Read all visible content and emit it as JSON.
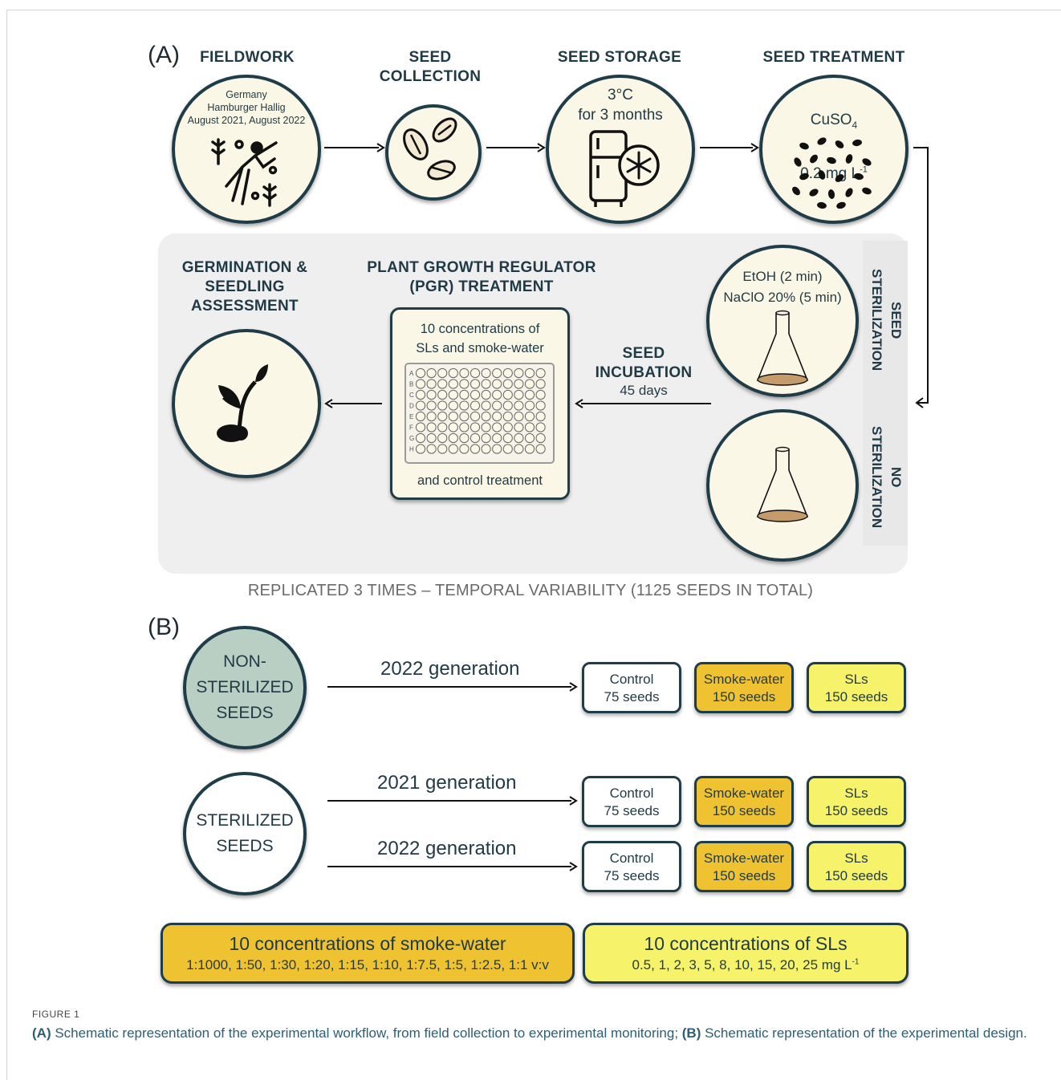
{
  "panel_a": {
    "letter": "(A)",
    "steps": {
      "fieldwork": {
        "heading": "FIELDWORK",
        "text": "Germany\nHamburger Hallig\nAugust 2021, August 2022"
      },
      "collection": {
        "heading": "SEED\nCOLLECTION"
      },
      "storage": {
        "heading": "SEED STORAGE",
        "text": "3°C\nfor 3 months"
      },
      "treatment": {
        "heading": "SEED TREATMENT",
        "formula": "CuSO",
        "formula_sub": "4",
        "conc": "0.2 mg L",
        "conc_sup": "-1"
      },
      "sterilization": {
        "label": "SEED\nSTERILIZATION",
        "text": "EtOH (2 min)\nNaClO 20% (5 min)"
      },
      "no_sterilization": {
        "label": "NO\nSTERILIZATION"
      },
      "incubation": {
        "heading": "SEED\nINCUBATION",
        "days": "45 days"
      },
      "pgr": {
        "heading": "PLANT GROWTH REGULATOR\n(PGR) TREATMENT",
        "top": "10 concentrations of\nSLs and smoke-water",
        "bottom": "and control treatment",
        "rows": [
          "A",
          "B",
          "C",
          "D",
          "E",
          "F",
          "G",
          "H"
        ]
      },
      "germination": {
        "heading": "GERMINATION &\nSEEDLING\nASSESSMENT"
      }
    },
    "replicated": "REPLICATED 3 TIMES – TEMPORAL VARIABILITY (1125 SEEDS IN TOTAL)"
  },
  "panel_b": {
    "letter": "(B)",
    "groups": {
      "non_sterilized": {
        "label": "NON-\nSTERILIZED\nSEEDS",
        "color": "#b9cfc4"
      },
      "sterilized": {
        "label": "STERILIZED\nSEEDS",
        "color": "#ffffff"
      }
    },
    "rows": [
      {
        "generation": "2022 generation",
        "control": [
          "Control",
          "75 seeds"
        ],
        "smoke": [
          "Smoke-water",
          "150 seeds"
        ],
        "sls": [
          "SLs",
          "150 seeds"
        ]
      },
      {
        "generation": "2021 generation",
        "control": [
          "Control",
          "75 seeds"
        ],
        "smoke": [
          "Smoke-water",
          "150 seeds"
        ],
        "sls": [
          "SLs",
          "150 seeds"
        ]
      },
      {
        "generation": "2022 generation",
        "control": [
          "Control",
          "75 seeds"
        ],
        "smoke": [
          "Smoke-water",
          "150 seeds"
        ],
        "sls": [
          "SLs",
          "150 seeds"
        ]
      }
    ],
    "smoke_conc": {
      "title": "10 concentrations of smoke-water",
      "values": "1:1000, 1:50, 1:30, 1:20, 1:15, 1:10, 1:7.5, 1:5, 1:2.5, 1:1 v:v",
      "color": "#efc232"
    },
    "sls_conc": {
      "title": "10 concentrations of SLs",
      "values": "0.5, 1, 2, 3, 5, 8, 10, 15, 20, 25 mg L",
      "values_sup": "-1",
      "color": "#f6f36a"
    }
  },
  "caption": {
    "label": "FIGURE 1",
    "a_tag": "(A)",
    "a_text": " Schematic representation of the experimental workflow, from field collection to experimental monitoring; ",
    "b_tag": "(B)",
    "b_text": " Schematic representation of the experimental design."
  }
}
